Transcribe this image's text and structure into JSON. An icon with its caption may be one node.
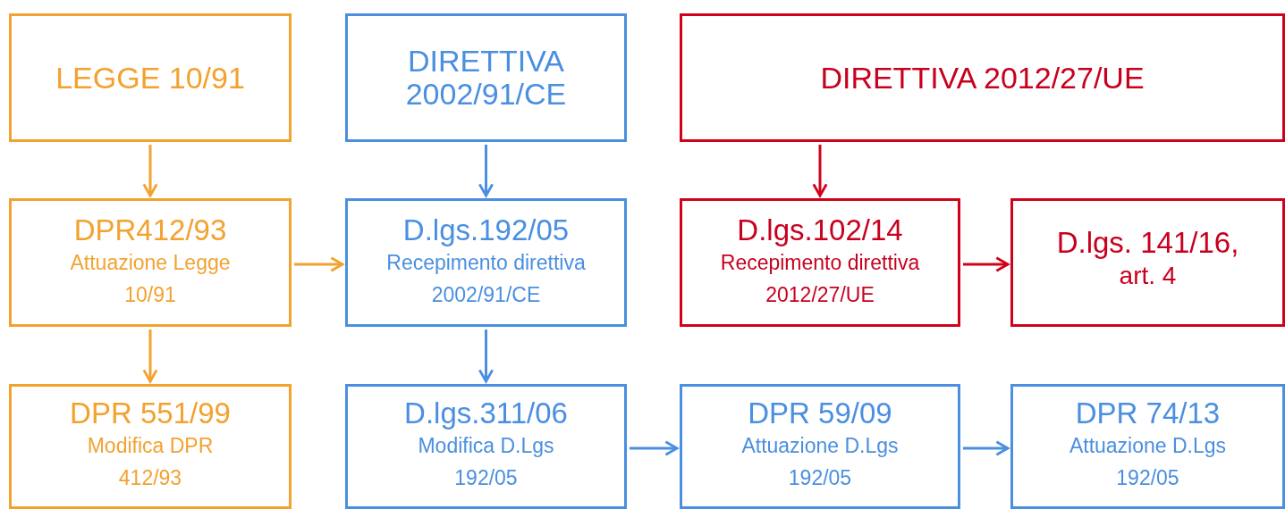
{
  "diagram": {
    "nodes": [
      {
        "text": [
          "LEGGE 10/91"
        ]
      },
      {
        "text": [
          "DIRETTIVA 2002/91/CE"
        ]
      },
      {
        "text": [
          "DIRETTIVA 2012/27/UE"
        ]
      },
      {
        "text": [
          "DPR412/93",
          "Attuazione Legge 10/91"
        ]
      },
      {
        "text": [
          "D.lgs.192/05",
          "Recepimento direttiva 2002/91/CE"
        ]
      },
      {
        "text": [
          "D.lgs.102/14",
          "Recepimento direttiva 2012/27/UE"
        ]
      },
      {
        "text": [
          "D.lgs. 141/16,",
          "art. 4"
        ]
      },
      {
        "text": [
          "DPR 551/99",
          "Modifica DPR 412/93"
        ]
      },
      {
        "text": [
          "D.lgs.311/06",
          "Modifica D.Lgs 192/05"
        ]
      },
      {
        "text": [
          "DPR 59/09",
          "Attuazione D.Lgs 192/05"
        ]
      },
      {
        "text": [
          "DPR 74/13",
          "Attuazione D.Lgs 192/05"
        ]
      }
    ],
    "edges": [
      {
        "from": 0,
        "to": 3,
        "arrow": "to",
        "color": "#f2a22f"
      },
      {
        "from": 1,
        "to": 4,
        "arrow": "to"
      },
      {
        "from": 2,
        "to": 5,
        "arrow": "to",
        "color": "#d0021b"
      },
      {
        "from": 3,
        "to": 4,
        "arrow": "to",
        "color": "#f2a22f"
      },
      {
        "from": 5,
        "to": 6,
        "arrow": "to",
        "color": "#d0021b"
      },
      {
        "from": 3,
        "to": 7,
        "arrow": "to",
        "color": "#f2a22f"
      },
      {
        "from": 4,
        "to": 8,
        "arrow": "to"
      },
      {
        "from": 8,
        "to": 9,
        "arrow": "to"
      },
      {
        "from": 9,
        "to": 10,
        "arrow": "to"
      }
    ]
  }
}
